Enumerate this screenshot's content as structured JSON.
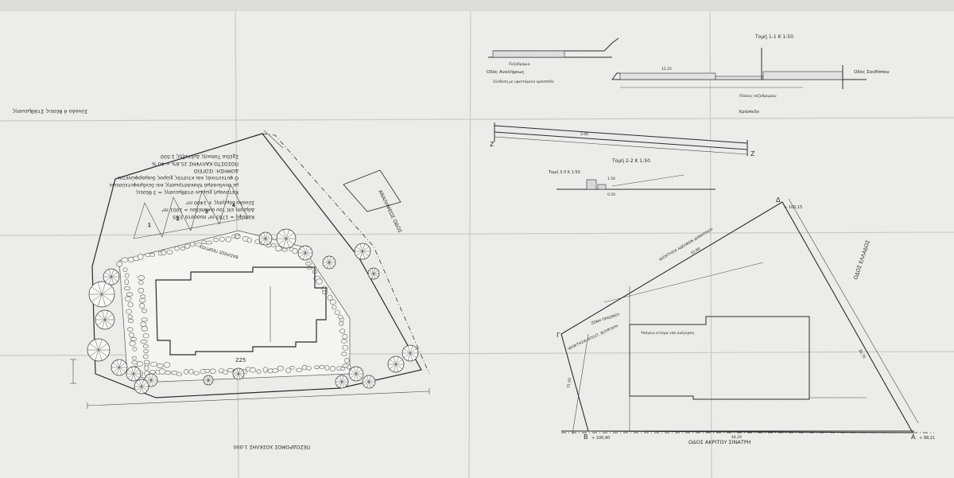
{
  "site_plan": {
    "road_bottom": "ΠΕΖΟΔΡΟΜΟΣ ΧΟΣΚΛΗΣ 1:000",
    "road_right": "ΑΝΑΛΗΨΕΩΣ ΟΔΟΣ",
    "label_drive": "ΒΑΣΙΛΕΩΣ ΓΕΩΡΓΙΟΥ",
    "label_area": "225",
    "notes": [
      "Σχέδιο Τοπικής Διάταξης 1:500",
      "ΠΟΣΟΣΤΟ ΚΑΛΥΨΗΣ 25,6% < 40 %",
      "ΔΟΜΗΣΗ: ΙΣΟΓΕΙΟ",
      "Ο φυτευτικός και κτιστός χώρος διαμορφώνεται",
      "με συνδυασμό πλακόστρωσης και δενδροφυτεύσεων",
      "Κατανομή χώρων στάθμευσης = 3 θέσεις",
      "Σύνολο δόμησης × 1400 m²",
      "Δόμηση επί του οικοπέδου = 1001 m²",
      "Κάλυψη = 1783 m²   ποσοστό 3,85"
    ],
    "summary": "Σύνολο 4 θέσεις Στάθμευσης"
  },
  "sections": {
    "top_title": "Τομή 1-1  Κ 1:50",
    "mid_title": "Τομή 2-2  Κ 1:50",
    "small_title": "Τομή 3-3  Κ 1:50",
    "road_label_1": "Οδός Αναλήψεως",
    "road_label_2": "Οδός Σανθίππου",
    "curb_label": "Κράσπεδο",
    "note_a": "Σύνδεση με υφιστάμενο κράσπεδο",
    "note_b": "Πεζοδρόμιο",
    "note_c": "Πλάκες πεζοδρομίου",
    "dim_1": "12.25",
    "dim_2": "2.00",
    "dim_3": "1.50",
    "dim_4": "0.20"
  },
  "survey_plan": {
    "street_bottom": "ΟΔΟΣ ΑΚΡΙΤΟΥ ΣΙΝΑΤΡΗ",
    "street_right": "ΟΔΟΣ ΕΛΛΑΔΟΣ",
    "building_note": "Υπόγειο κτίσμα υπό ανέγερση",
    "label_a": "Α",
    "label_b": "Β",
    "label_g": "Γ",
    "label_d": "Δ",
    "elev_a": "+ 98,21",
    "elev_b": "+ 100,40",
    "elev_d": "+ 100,15",
    "neighbor_1": "ΙΔΙΟΚΤΗΣΙΑ ΑΔΕΛΦΩΝ ΔΗΜΗΤΡΙΟΥ",
    "neighbor_2": "ΙΔΙΟΚΤΗΣΙΑ ΑΠΟΣΤ. ΒΟΥΡΓΑΡΗ",
    "zone_note": "ΖΩΝΗ ΠΡΑΣΙΝΟΥ",
    "dim_front": "44.20",
    "dim_left": "31.50",
    "dim_right": "36.70",
    "dim_top": "52.90"
  }
}
